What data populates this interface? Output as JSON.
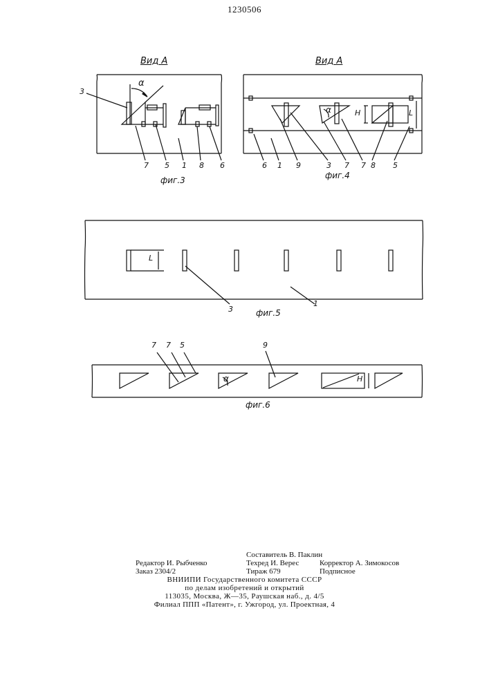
{
  "header": {
    "patent_number": "1230506"
  },
  "figures": {
    "fig3": {
      "view": "Вид А",
      "caption": "фиг.3",
      "refs": [
        "3",
        "7",
        "5",
        "1",
        "8",
        "6"
      ],
      "angle": "α"
    },
    "fig4": {
      "view": "Вид А",
      "caption": "фиг.4",
      "refs": [
        "6",
        "1",
        "9",
        "3",
        "7",
        "7",
        "8",
        "5"
      ],
      "angle": "α",
      "height": "H",
      "length": "L"
    },
    "fig5": {
      "caption": "фиг.5",
      "refs": [
        "3",
        "1"
      ],
      "length": "L"
    },
    "fig6": {
      "caption": "фиг.6",
      "refs": [
        "7",
        "7",
        "5",
        "9"
      ],
      "angle": "α",
      "height": "H"
    }
  },
  "imprint": {
    "compiler": "Составитель В. Паклин",
    "editor": "Редактор И. Рыбченко",
    "techred": "Техред И. Верес",
    "corrector": "Корректор А. Зимокосов",
    "order": "Заказ 2304/2",
    "circulation": "Тираж 679",
    "subscription": "Подписное",
    "org1": "ВНИИПИ Государственного комитета СССР",
    "org2": "по делам изобретений и открытий",
    "address": "113035, Москва, Ж—35, Раушская наб., д. 4/5",
    "branch": "Филиал ППП «Патент», г. Ужгород, ул. Проектная, 4"
  }
}
